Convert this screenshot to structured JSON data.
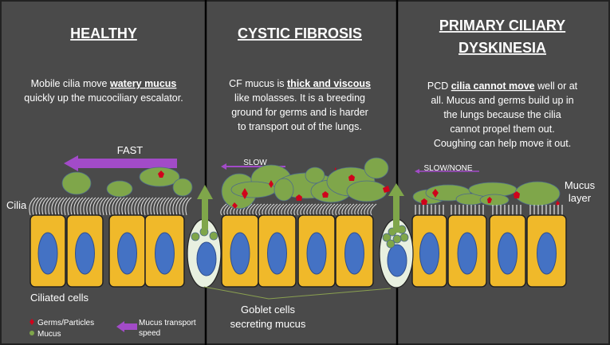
{
  "panels": {
    "healthy": {
      "title": "HEALTHY",
      "text": {
        "l1a": "Mobile cilia move ",
        "l1b": "watery mucus",
        "l2": "quickly up the mucociliary escalator."
      },
      "speed_label": "FAST"
    },
    "cf": {
      "title": "CYSTIC FIBROSIS",
      "text": {
        "l1a": "CF mucus is ",
        "l1b": "thick and viscous",
        "l2": "like molasses. It is a breeding",
        "l3": "ground for germs and is harder",
        "l4": "to transport out of the lungs."
      },
      "speed_label": "SLOW"
    },
    "pcd": {
      "title_line1": "PRIMARY CILIARY",
      "title_line2": "DYSKINESIA",
      "text": {
        "l1a": "PCD ",
        "l1b": "cilia cannot move",
        "l1c": " well or at",
        "l2": "all. Mucus and germs build up in",
        "l3": "the lungs because the cilia",
        "l4": "cannot propel them out.",
        "l5": "Coughing can help move it out."
      },
      "speed_label": "SLOW/NONE"
    }
  },
  "labels": {
    "cilia": "Cilia",
    "ciliated_cells": "Ciliated cells",
    "goblet_line1": "Goblet cells",
    "goblet_line2": "secreting mucus",
    "mucus_line1": "Mucus",
    "mucus_line2": "layer"
  },
  "legend": {
    "germs": "Germs/Particles",
    "mucus": "Mucus",
    "speed_line1": "Mucus transport",
    "speed_line2": "speed"
  },
  "colors": {
    "arrow": "#a24bc8",
    "mucus": "#7fa64a",
    "germ": "#d0021b",
    "cell": "#f0b92a",
    "nucleus": "#4472c4"
  }
}
